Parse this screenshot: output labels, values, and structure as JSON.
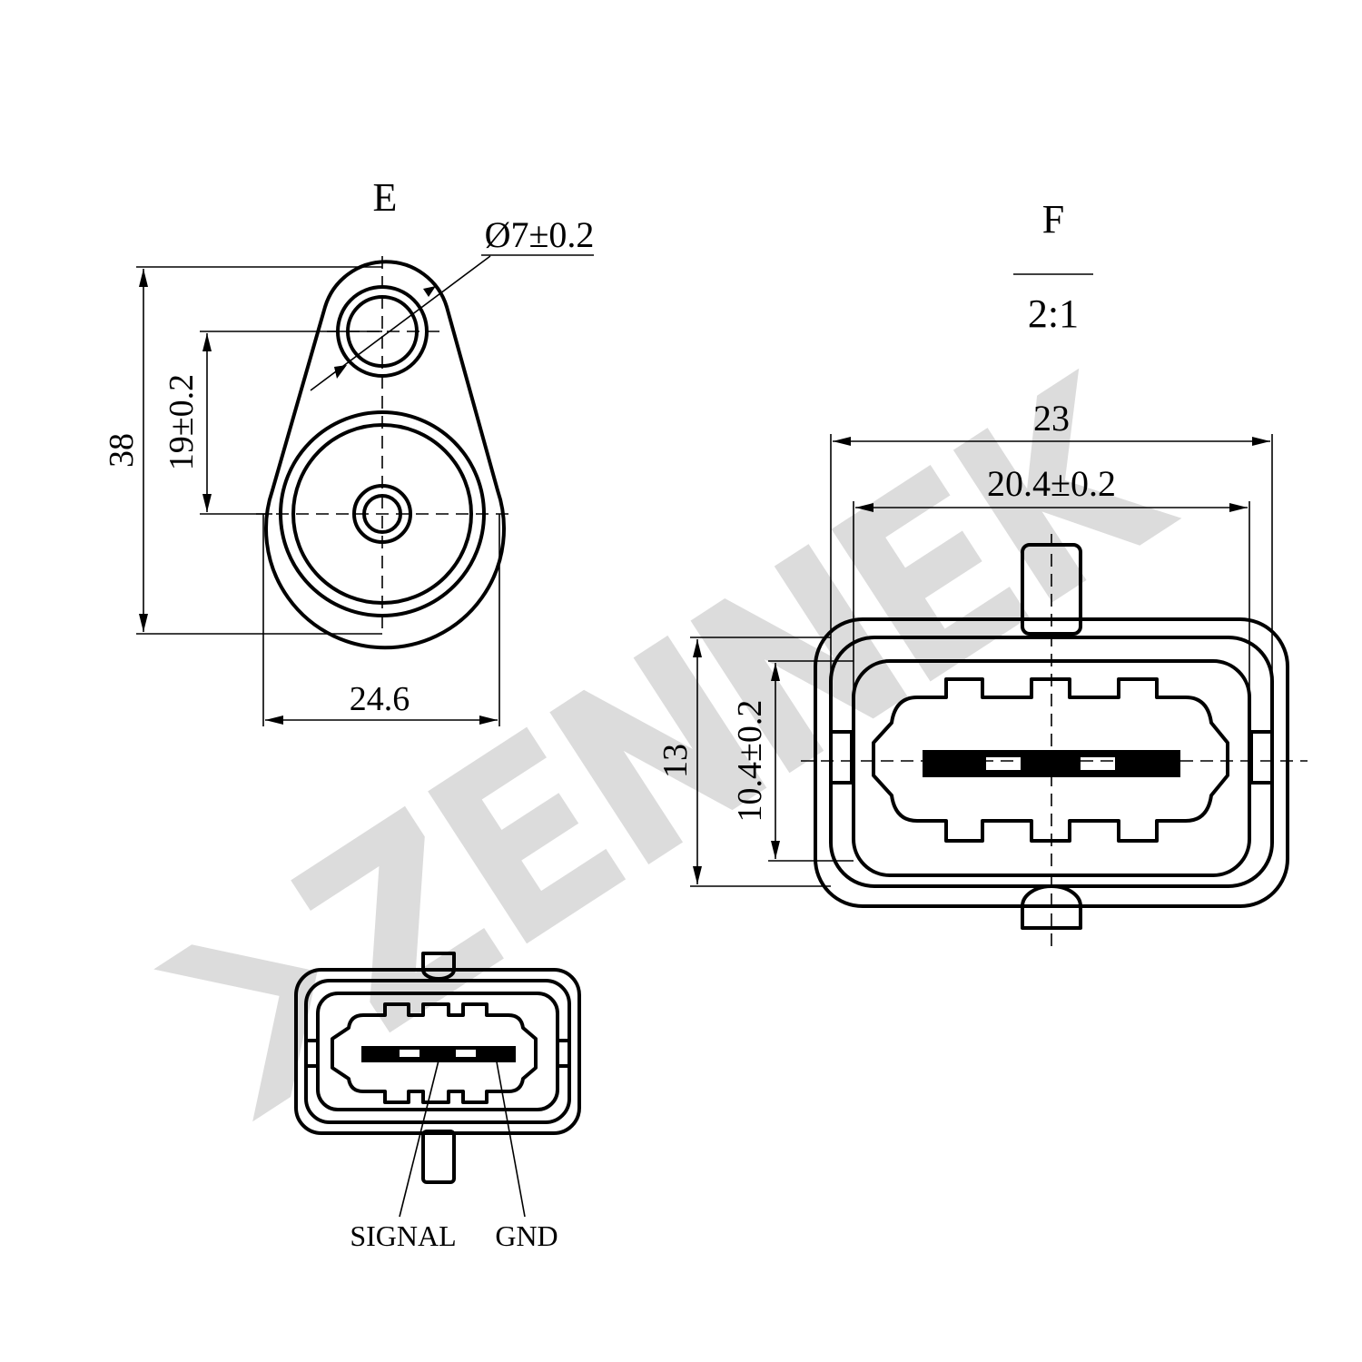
{
  "watermark": {
    "logo_text": "YZENNEK",
    "color": "#dcdcdc"
  },
  "view_e": {
    "label": "E",
    "hole_diameter": "Ø7±0.2",
    "height_overall": "38",
    "hole_spacing": "19±0.2",
    "width_overall": "24.6"
  },
  "view_f": {
    "label": "F",
    "scale": "2:1",
    "width_overall": "23",
    "width_inner": "20.4±0.2",
    "height_overall": "13",
    "height_inner": "10.4±0.2"
  },
  "connector_front": {
    "pin_signal": "SIGNAL",
    "pin_gnd": "GND"
  }
}
